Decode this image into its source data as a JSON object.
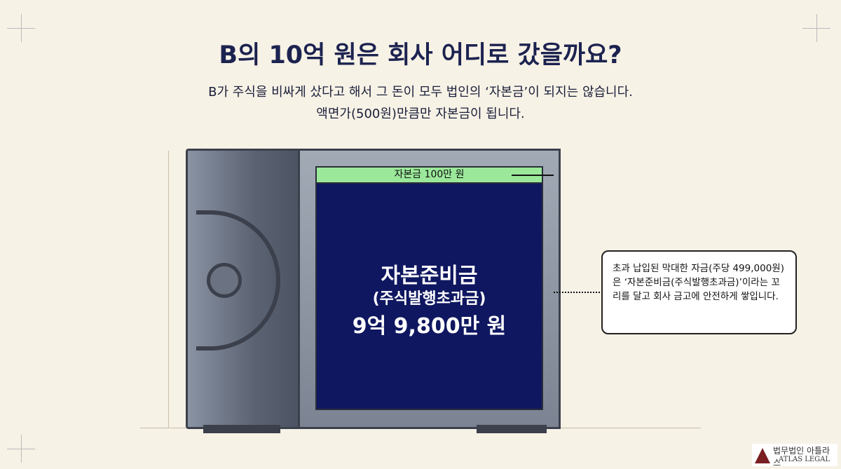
{
  "title": "B의 10억 원은 회사 어디로 갔을까요?",
  "subtitle_lines": [
    "B가 주식을 비싸게 샀다고 해서 그 돈이 모두 법인의 ‘자본금’이 되지는 않습니다.",
    "액면가(500원)만큼만 자본금이 됩니다."
  ],
  "vault": {
    "capital_label": "자본금 100만 원",
    "reserve_title": "자본준비금",
    "reserve_sub": "(주식발행초과금)",
    "reserve_amount": "9억 9,800만 원"
  },
  "callout": "초과 납입된 막대한 자금(주당 499,000원)은 ‘자본준비금(주식발행초과금)’이라는 꼬리를 달고 회사 금고에 안전하게 쌓입니다.",
  "logo": {
    "korean": "법무법인 아틀라스",
    "english": "ATLAS LEGAL",
    "color": "#7a1e22"
  }
}
